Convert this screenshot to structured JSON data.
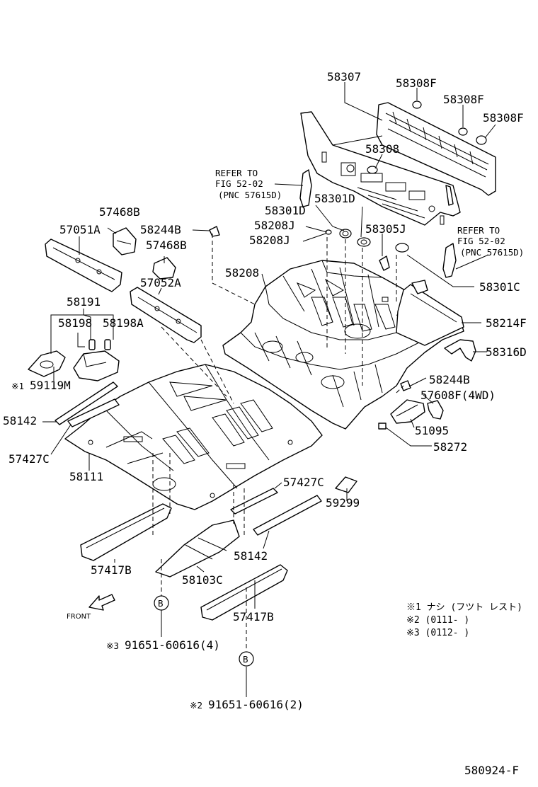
{
  "diagram": {
    "labels": {
      "p58307": "58307",
      "p58308F_1": "58308F",
      "p58308F_2": "58308F",
      "p58308F_3": "58308F",
      "p58308": "58308",
      "refer1_line1": "REFER TO",
      "refer1_line2": "FIG 52-02",
      "refer1_line3": "(PNC 57615D)",
      "p58301D_1": "58301D",
      "p58301D_2": "58301D",
      "p58208J_1": "58208J",
      "p58208J_2": "58208J",
      "p58305J": "58305J",
      "refer2_line1": "REFER TO",
      "refer2_line2": "FIG 52-02",
      "refer2_line3": "(PNC 57615D)",
      "p57468B_1": "57468B",
      "p57051A": "57051A",
      "p58244B_1": "58244B",
      "p57468B_2": "57468B",
      "p58208": "58208",
      "p58301C": "58301C",
      "p57052A": "57052A",
      "p58191": "58191",
      "p58198": "58198",
      "p58198A": "58198A",
      "p58214F": "58214F",
      "p58316D": "58316D",
      "p59119M_mark": "※1",
      "p59119M": "59119M",
      "p58244B_2": "58244B",
      "p57608F": "57608F(4WD)",
      "p58142_1": "58142",
      "p51095": "51095",
      "p57427C_1": "57427C",
      "p58272": "58272",
      "p58111": "58111",
      "p57427C_2": "57427C",
      "p59299": "59299",
      "p58142_2": "58142",
      "p57417B_1": "57417B",
      "p58103C": "58103C",
      "p57417B_2": "57417B",
      "front": "FRONT",
      "circle_b1": "B",
      "circle_b2": "B",
      "bolt1_mark": "※3",
      "bolt1": "91651-60616(4)",
      "bolt2_mark": "※2",
      "bolt2": "91651-60616(2)",
      "note1": "※1 ナシ (フツト  レスト)",
      "note2": "※2 (0111‐        )",
      "note3": "※3 (0112‐        )",
      "diagram_code": "580924-F"
    }
  }
}
